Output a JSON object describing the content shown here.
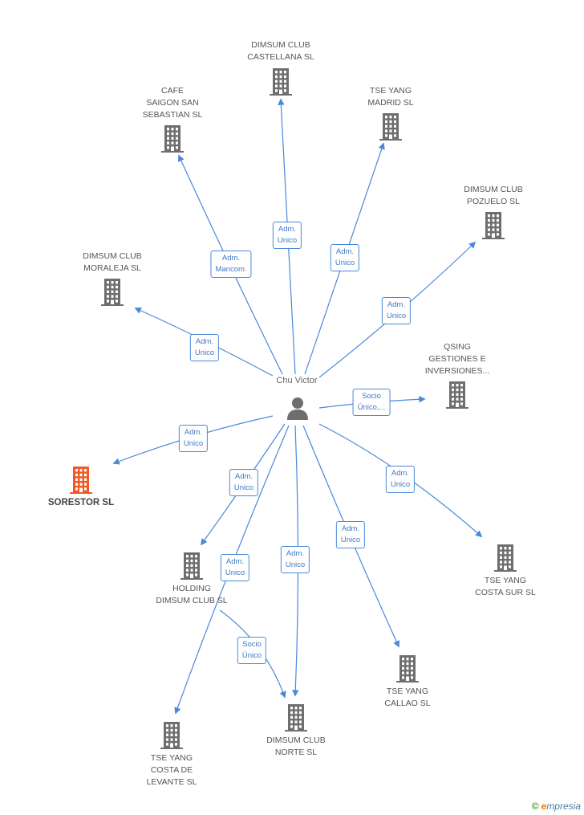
{
  "center": {
    "name": "Chu Victor"
  },
  "colors": {
    "edge": "#4a89d8",
    "node": "#6e6e6e",
    "target": "#f05a28"
  },
  "brand": {
    "copyright": "©",
    "e": "e",
    "rest": "mpresia"
  },
  "nodes": [
    {
      "id": "castellana",
      "lines": [
        "DIMSUM CLUB",
        "CASTELLANA SL"
      ],
      "label_pos": "above"
    },
    {
      "id": "cafe-saigon",
      "lines": [
        "CAFE",
        "SAIGON SAN",
        "SEBASTIAN SL"
      ],
      "label_pos": "above"
    },
    {
      "id": "tse-madrid",
      "lines": [
        "TSE YANG",
        "MADRID SL"
      ],
      "label_pos": "above"
    },
    {
      "id": "pozuelo",
      "lines": [
        "DIMSUM CLUB",
        "POZUELO  SL"
      ],
      "label_pos": "above"
    },
    {
      "id": "moraleja",
      "lines": [
        "DIMSUM CLUB",
        "MORALEJA SL"
      ],
      "label_pos": "above"
    },
    {
      "id": "qsing",
      "lines": [
        "QSING",
        "GESTIONES E",
        "INVERSIONES..."
      ],
      "label_pos": "above"
    },
    {
      "id": "sorestor",
      "lines": [
        "SORESTOR SL"
      ],
      "label_pos": "below",
      "target": true
    },
    {
      "id": "holding",
      "lines": [
        "HOLDING",
        "DIMSUM CLUB SL"
      ],
      "label_pos": "below"
    },
    {
      "id": "tse-costa-sur",
      "lines": [
        "TSE YANG",
        "COSTA SUR SL"
      ],
      "label_pos": "below"
    },
    {
      "id": "tse-callao",
      "lines": [
        "TSE YANG",
        "CALLAO SL"
      ],
      "label_pos": "below"
    },
    {
      "id": "norte",
      "lines": [
        "DIMSUM CLUB",
        "NORTE  SL"
      ],
      "label_pos": "below"
    },
    {
      "id": "tse-levante",
      "lines": [
        "TSE YANG",
        "COSTA DE",
        "LEVANTE SL"
      ],
      "label_pos": "below"
    }
  ],
  "edges": [
    {
      "id": "e-castellana",
      "label": [
        "Adm.",
        "Unico"
      ]
    },
    {
      "id": "e-cafe",
      "label": [
        "Adm.",
        "Mancom."
      ]
    },
    {
      "id": "e-madrid",
      "label": [
        "Adm.",
        "Unico"
      ]
    },
    {
      "id": "e-pozuelo",
      "label": [
        "Adm.",
        "Unico"
      ]
    },
    {
      "id": "e-moraleja",
      "label": [
        "Adm.",
        "Unico"
      ]
    },
    {
      "id": "e-qsing",
      "label": [
        "Socio",
        "Único,..."
      ]
    },
    {
      "id": "e-sorestor",
      "label": [
        "Adm.",
        "Unico"
      ]
    },
    {
      "id": "e-holding",
      "label": [
        "Adm.",
        "Unico"
      ]
    },
    {
      "id": "e-costa-sur",
      "label": [
        "Adm.",
        "Unico"
      ]
    },
    {
      "id": "e-callao",
      "label": [
        "Adm.",
        "Unico"
      ]
    },
    {
      "id": "e-norte",
      "label": [
        "Adm.",
        "Unico"
      ]
    },
    {
      "id": "e-levante",
      "label": [
        "Adm.",
        "Unico"
      ]
    },
    {
      "id": "e-holding-norte",
      "label": [
        "Socio",
        "Único"
      ]
    }
  ]
}
